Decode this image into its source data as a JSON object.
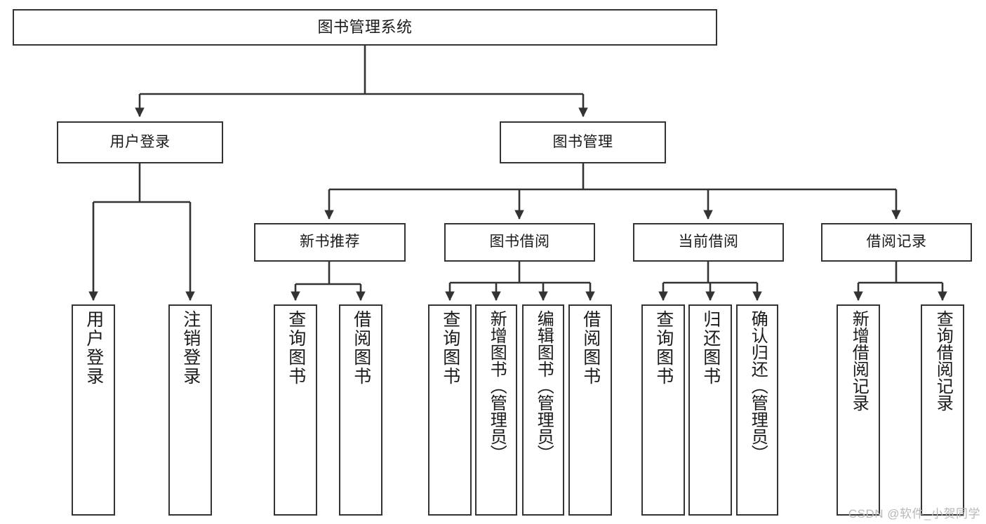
{
  "diagram": {
    "title": "图书管理系统",
    "watermark": "CSDN @软件_小贺同学",
    "colors": {
      "background": "#ffffff",
      "box_border": "#333333",
      "box_fill": "#ffffff",
      "text": "#1a1a1a",
      "connector": "#333333",
      "watermark": "#b8b8b8"
    },
    "nodes": {
      "root": {
        "label": "图书管理系统"
      },
      "level2": [
        {
          "id": "user-login",
          "label": "用户登录"
        },
        {
          "id": "book-management",
          "label": "图书管理"
        }
      ],
      "level3": [
        {
          "id": "new-book-recommend",
          "label": "新书推荐"
        },
        {
          "id": "book-borrow",
          "label": "图书借阅"
        },
        {
          "id": "current-borrow",
          "label": "当前借阅"
        },
        {
          "id": "borrow-record",
          "label": "借阅记录"
        }
      ],
      "leaves": {
        "user_login": [
          {
            "id": "leaf-user-login",
            "label": "用户登录"
          },
          {
            "id": "leaf-logout",
            "label": "注销登录"
          }
        ],
        "new_book_recommend": [
          {
            "id": "leaf-query-book-1",
            "label": "查询图书"
          },
          {
            "id": "leaf-borrow-book-1",
            "label": "借阅图书"
          }
        ],
        "book_borrow": [
          {
            "id": "leaf-query-book-2",
            "label": "查询图书"
          },
          {
            "id": "leaf-add-book",
            "label": "新增图书（管理员）"
          },
          {
            "id": "leaf-edit-book",
            "label": "编辑图书（管理员）"
          },
          {
            "id": "leaf-borrow-book-2",
            "label": "借阅图书"
          }
        ],
        "current_borrow": [
          {
            "id": "leaf-query-book-3",
            "label": "查询图书"
          },
          {
            "id": "leaf-return-book",
            "label": "归还图书"
          },
          {
            "id": "leaf-confirm-return",
            "label": "确认归还（管理员）"
          }
        ],
        "borrow_record": [
          {
            "id": "leaf-add-record",
            "label": "新增借阅记录"
          },
          {
            "id": "leaf-query-record",
            "label": "查询借阅记录"
          }
        ]
      }
    }
  }
}
